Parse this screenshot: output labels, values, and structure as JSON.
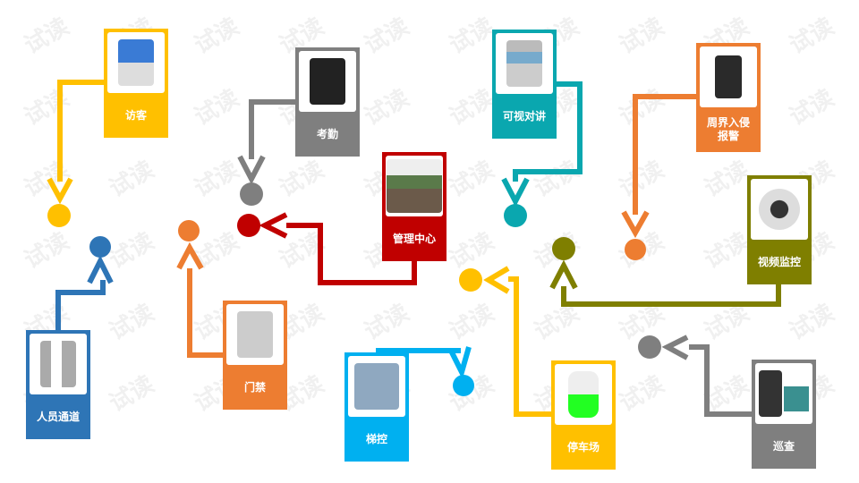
{
  "watermark": "试读",
  "colors": {
    "yellow": "#FFC000",
    "gray": "#7F7F7F",
    "red": "#C00000",
    "teal": "#0AA7AF",
    "orange": "#ED7D31",
    "olive": "#7F7F00",
    "blue": "#2E75B6",
    "lightblue": "#00B0F0"
  },
  "nodes": [
    {
      "id": "visitor",
      "label": "访客",
      "icon": "kiosk-icon"
    },
    {
      "id": "attendance",
      "label": "考勤",
      "icon": "attendance-terminal-icon"
    },
    {
      "id": "management",
      "label": "管理中心",
      "icon": "control-room-icon"
    },
    {
      "id": "intercom",
      "label": "可视对讲",
      "icon": "intercom-panel-icon"
    },
    {
      "id": "perimeter",
      "label": "周界入侵报警",
      "icon": "alarm-host-icon"
    },
    {
      "id": "cctv",
      "label": "视频监控",
      "icon": "dome-camera-icon"
    },
    {
      "id": "turnstile",
      "label": "人员通道",
      "icon": "turnstile-icon"
    },
    {
      "id": "access",
      "label": "门禁",
      "icon": "ic-card-reader-icon"
    },
    {
      "id": "elevator",
      "label": "梯控",
      "icon": "control-cabinet-icon"
    },
    {
      "id": "parking",
      "label": "停车场",
      "icon": "parking-barrier-icon"
    },
    {
      "id": "patrol",
      "label": "巡查",
      "icon": "patrol-handheld-icon"
    }
  ]
}
